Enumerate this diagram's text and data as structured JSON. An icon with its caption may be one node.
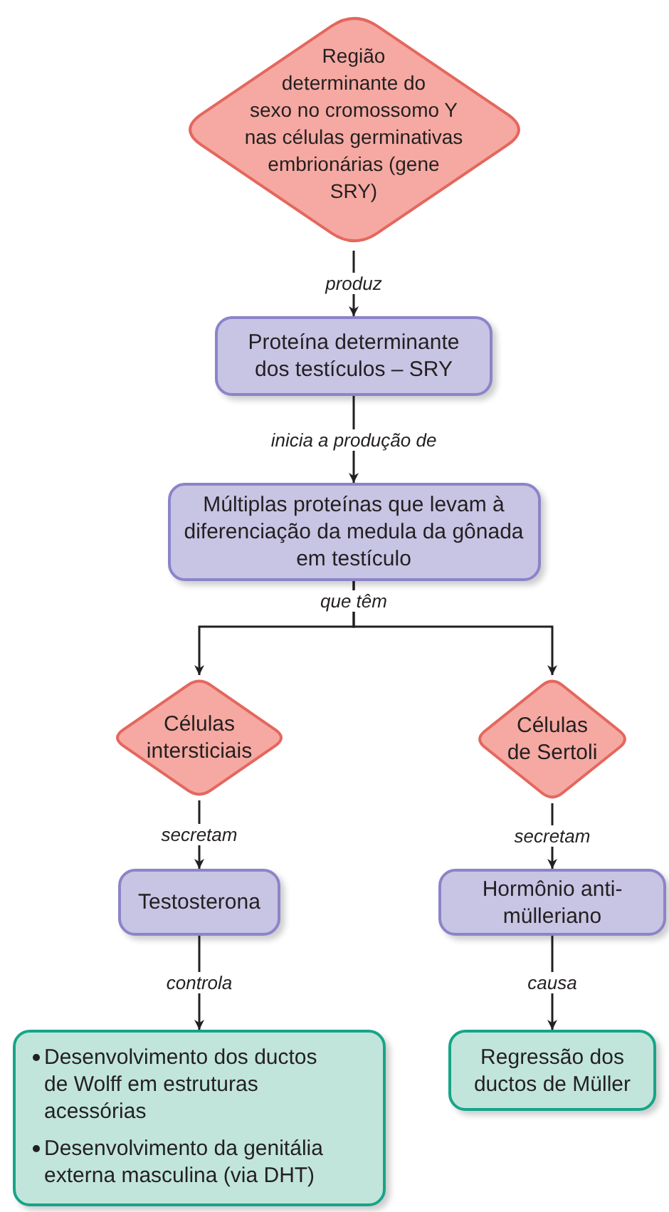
{
  "diagram": {
    "nodes": [
      {
        "text": [
          "Região determinante do sexo no cromossomo Y nas células germinativas embrionárias (gene SRY)"
        ]
      },
      {
        "text": [
          "Proteína determinante dos testículos – SRY"
        ]
      },
      {
        "text": [
          "Múltiplas proteínas que levam à diferenciação da medula da gônada em testículo"
        ]
      },
      {
        "text": [
          "Células intersticiais"
        ]
      },
      {
        "text": [
          "Células de Sertoli"
        ]
      },
      {
        "text": [
          "Testosterona"
        ]
      },
      {
        "text": [
          "Hormônio anti-mülleriano"
        ]
      },
      {
        "text": [
          "Desenvolvimento dos ductos de Wolff em estruturas acessórias",
          "Desenvolvimento da genitália externa masculina (via DHT)"
        ]
      },
      {
        "text": [
          "Regressão dos ductos de Müller"
        ]
      }
    ],
    "edges": [
      {
        "from": 0,
        "to": 1,
        "arrow": "to",
        "label": "produz"
      },
      {
        "from": 1,
        "to": 2,
        "arrow": "to",
        "label": "inicia a produção de"
      },
      {
        "from": 2,
        "to": 3,
        "arrow": "to",
        "label": "que têm"
      },
      {
        "from": 2,
        "to": 4,
        "arrow": "to"
      },
      {
        "from": 3,
        "to": 5,
        "arrow": "to",
        "label": "secretam"
      },
      {
        "from": 4,
        "to": 6,
        "arrow": "to",
        "label": "secretam"
      },
      {
        "from": 5,
        "to": 7,
        "arrow": "to",
        "label": "controla"
      },
      {
        "from": 6,
        "to": 8,
        "arrow": "to",
        "label": "causa"
      }
    ]
  }
}
